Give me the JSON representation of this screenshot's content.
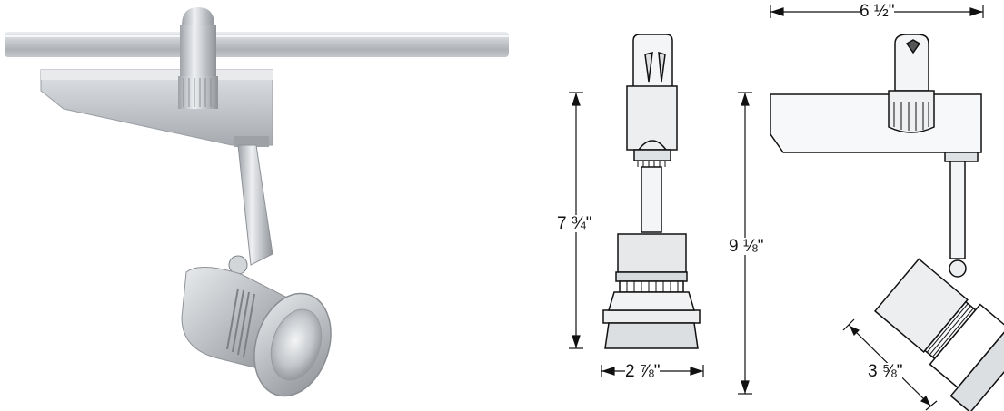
{
  "dimensions": {
    "front_height": "7 ¾\"",
    "front_width": "2 ⅞\"",
    "side_height": "9 ⅛\"",
    "side_width": "6 ½\"",
    "head_diameter": "3 ⅝\""
  },
  "colors": {
    "metal_light": "#dcdfe2",
    "metal_mid": "#b4b8bc",
    "metal_dark": "#8a8e93",
    "line": "#111111"
  }
}
